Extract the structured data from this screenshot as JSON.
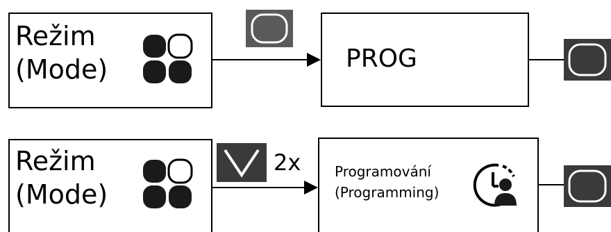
{
  "row1": {
    "mode_line1": "Režim",
    "mode_line2": "(Mode)",
    "target_label": "PROG"
  },
  "row2": {
    "mode_line1": "Režim",
    "mode_line2": "(Mode)",
    "press_count": "2x",
    "target_line1": "Programování",
    "target_line2": "(Programming)"
  },
  "icons": {
    "mode": "mode-quad-icon",
    "ok": "ok-button-icon",
    "down": "down-arrow-key-icon",
    "clock_user": "clock-user-icon"
  },
  "colors": {
    "key_dark": "#3a3a3a",
    "key_grey": "#595959",
    "stroke": "#000000"
  }
}
